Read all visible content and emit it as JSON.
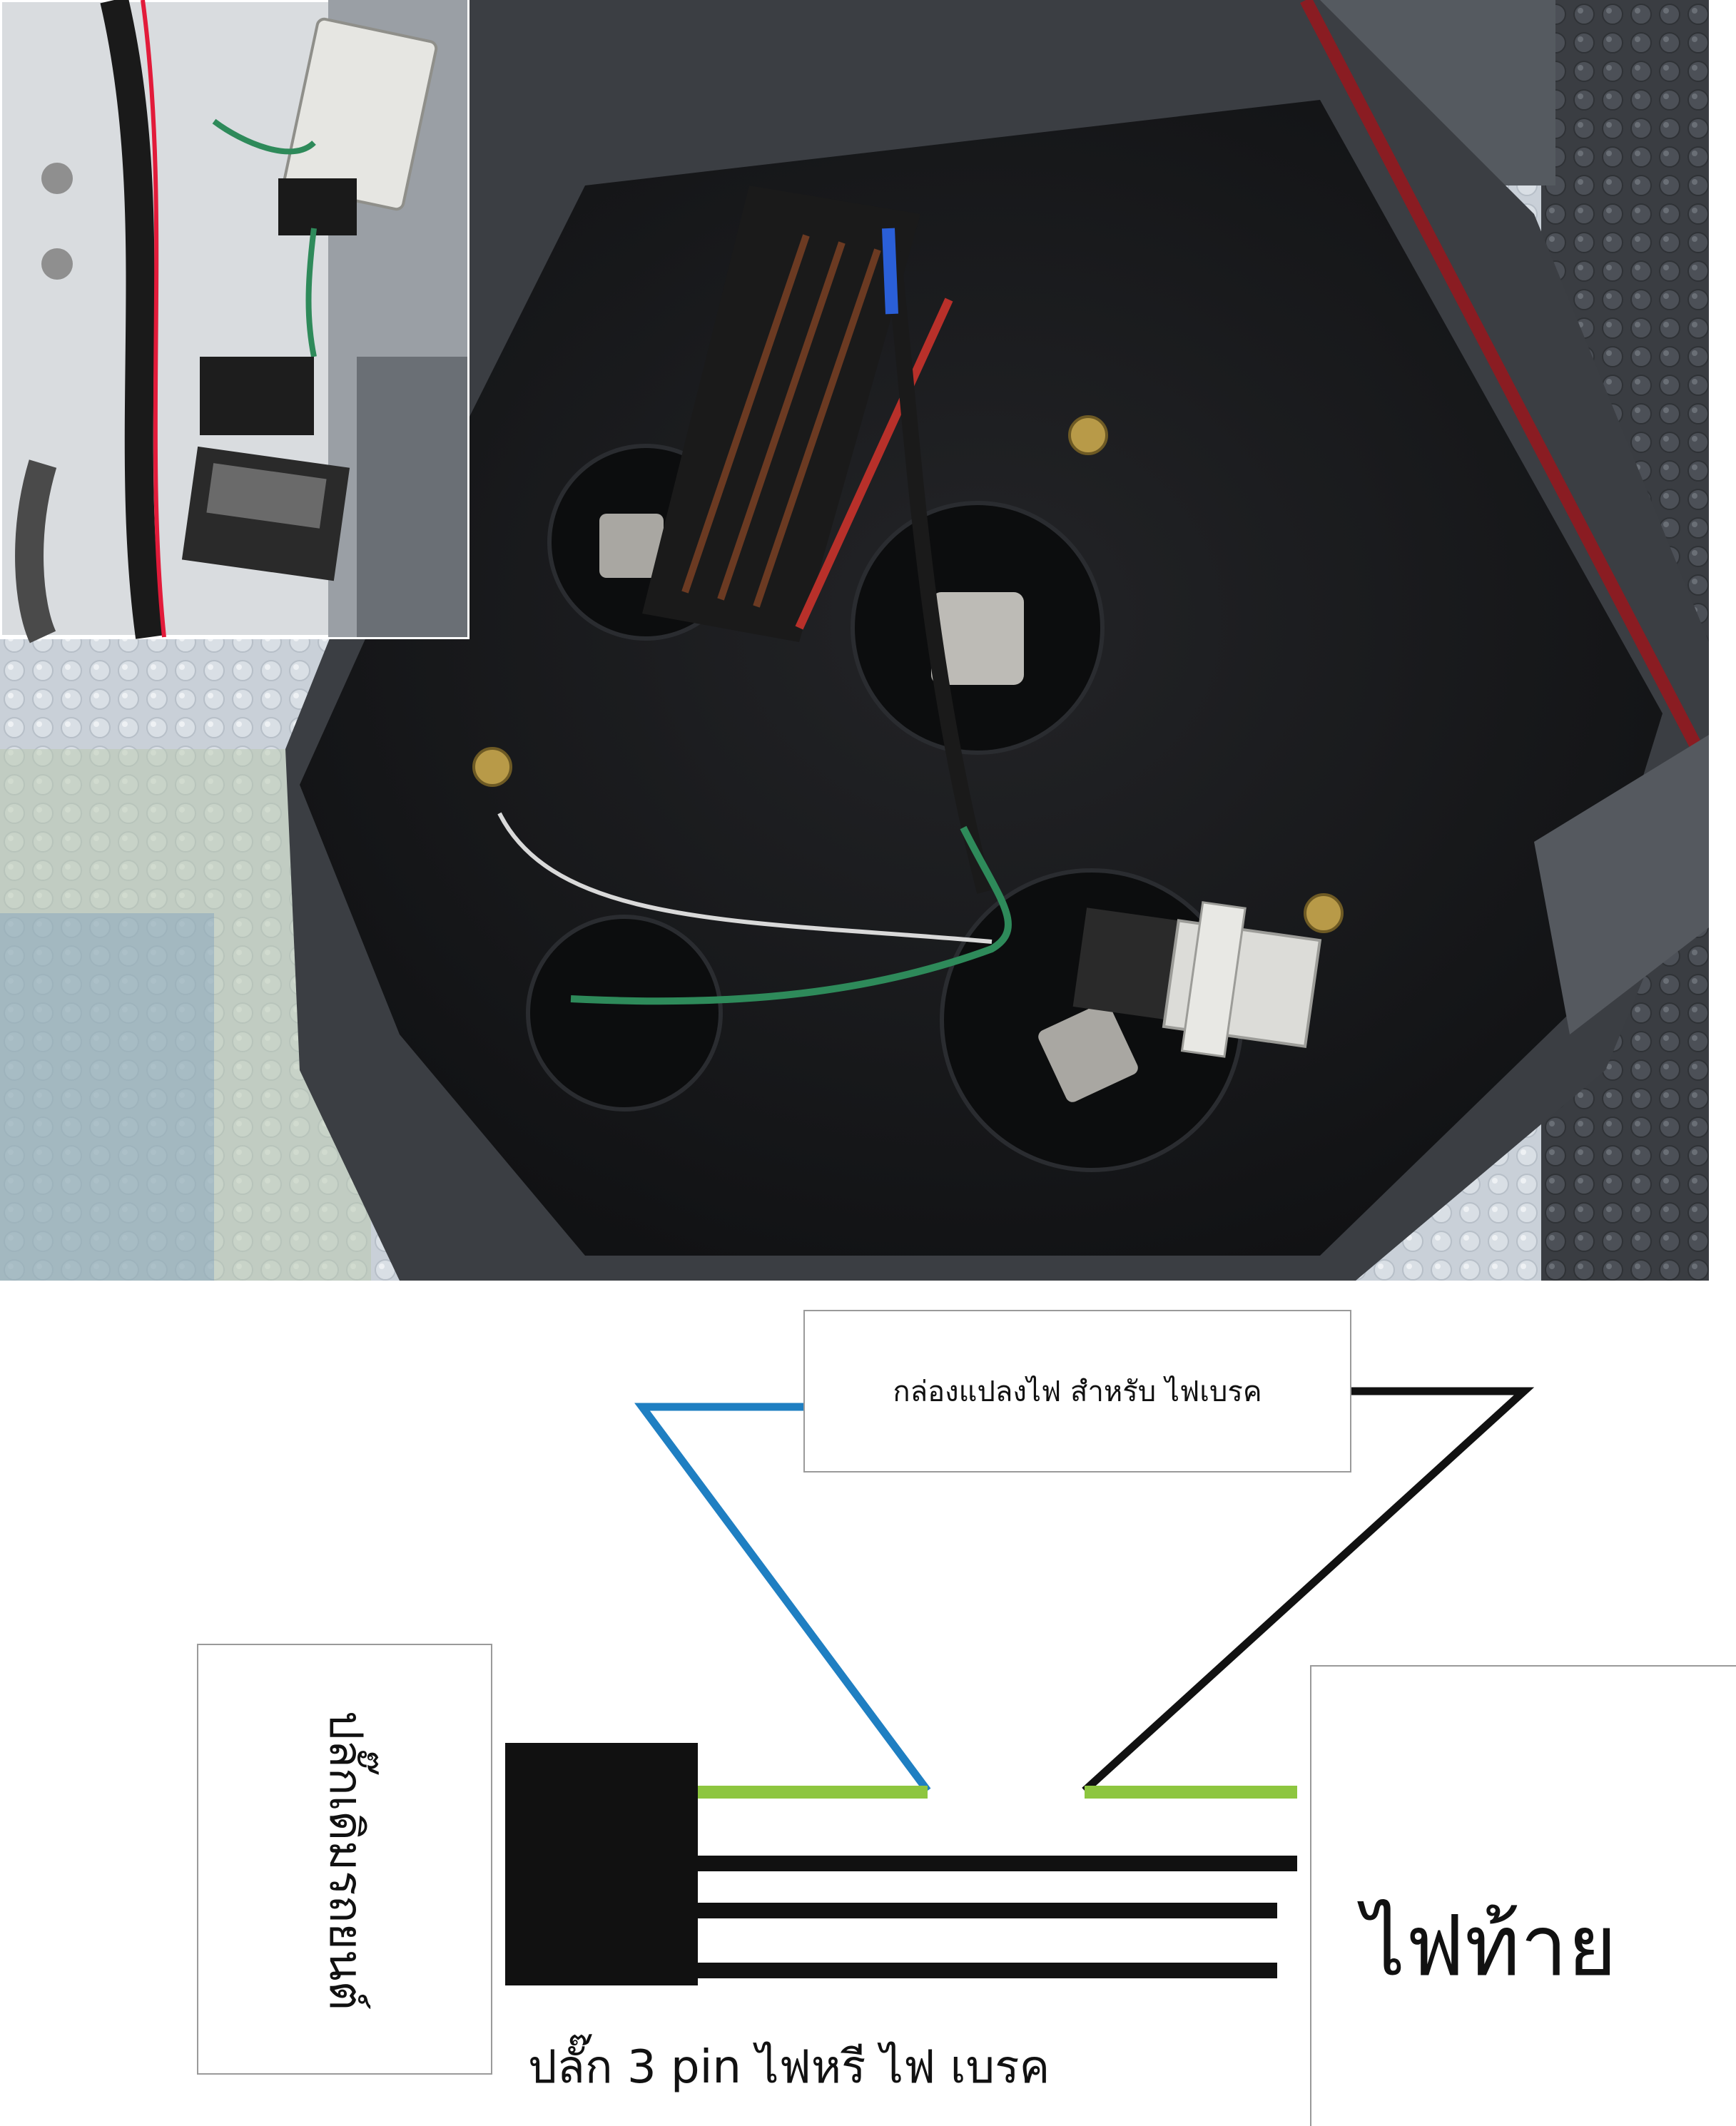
{
  "diagram": {
    "converter_box_label": "กล่องแปลงไฟ  สำหรับ ไฟเบรค",
    "car_plug_label": "ปลั๊กเดิมรถยนต์",
    "tail_light_label": "ไฟท้าย",
    "plug_caption": "ปลั๊ก  3  pin ไฟหรี ไฟ  เบรค"
  },
  "colors": {
    "blue_wire": "#1f7fc2",
    "black_wire": "#111111",
    "green_wire": "#8dc63f",
    "plug_body": "#111111"
  }
}
